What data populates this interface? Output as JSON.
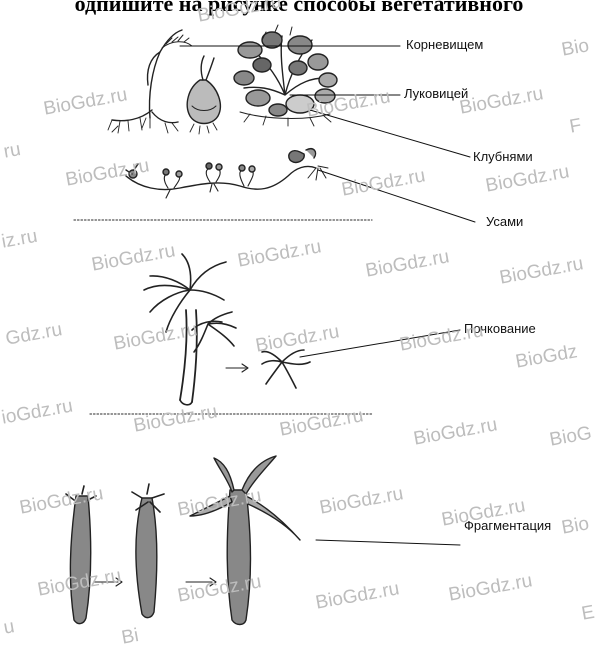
{
  "title": "одпишите на рисунке способы вегетативного",
  "labels": {
    "rhizome": "Корневищем",
    "bulb": "Луковицей",
    "tubers": "Клубнями",
    "runners": "Усами",
    "budding": "Почкование",
    "fragmentation": "Фрагментация"
  },
  "watermark": "BioGdz.ru",
  "watermark_partials": {
    "p1": "ru",
    "p2": "iz.ru",
    "p3": "Gdz.ru",
    "p4": "ioGdz.ru",
    "p5": "Bio",
    "p6": "Bi",
    "p7": "F",
    "p8": "u",
    "p9": "BioGdz",
    "p10": "BioG",
    "p11": "Bio",
    "p12": "E"
  }
}
